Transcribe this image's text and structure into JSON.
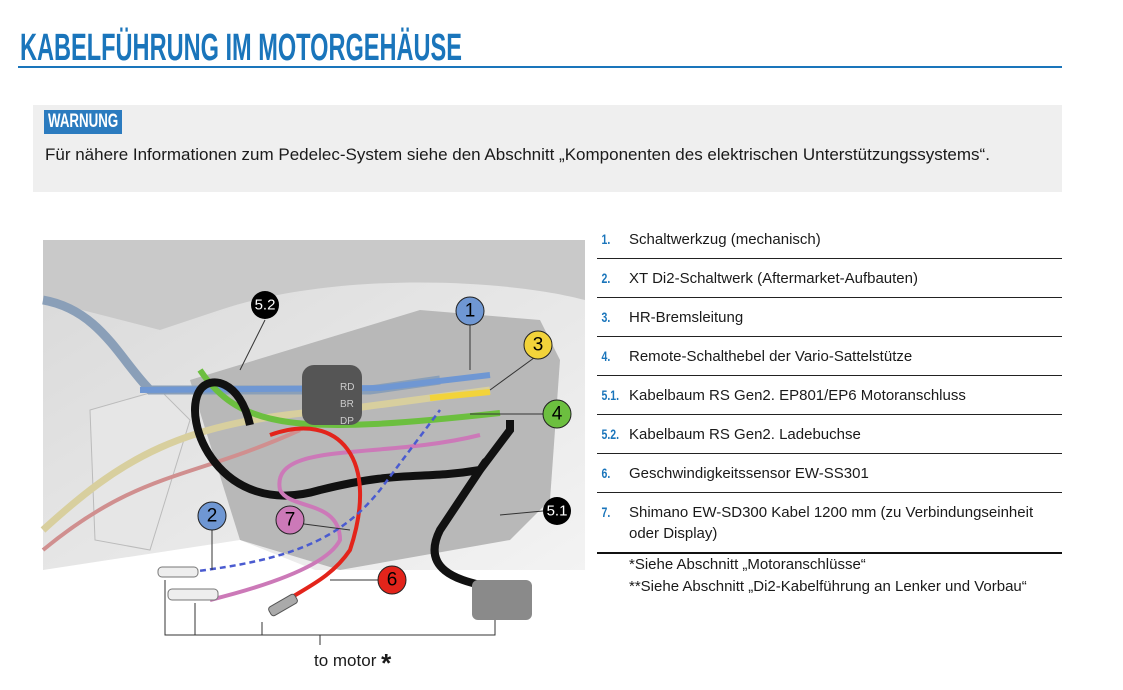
{
  "header": {
    "title": "KABELFÜHRUNG IM MOTORGEHÄUSE"
  },
  "warning": {
    "badge": "WARNUNG",
    "text": "Für nähere Informationen zum Pedelec-System siehe den Abschnitt „Komponenten des elektrischen Unterstützungssystems“."
  },
  "legend": [
    {
      "num": "1.",
      "text": "Schaltwerkzug (mechanisch)"
    },
    {
      "num": "2.",
      "text": "XT Di2-Schaltwerk (Aftermarket-Aufbauten)"
    },
    {
      "num": "3.",
      "text": "HR-Bremsleitung"
    },
    {
      "num": "4.",
      "text": "Remote-Schalthebel der Vario-Sattelstütze"
    },
    {
      "num": "5.1.",
      "text": "Kabelbaum RS Gen2. EP801/EP6 Motoranschluss"
    },
    {
      "num": "5.2.",
      "text": "Kabelbaum RS Gen2. Ladebuchse"
    },
    {
      "num": "6.",
      "text": "Geschwindigkeitssensor EW-SS301"
    },
    {
      "num": "7.",
      "text": "Shimano EW-SD300 Kabel 1200 mm (zu Verbindungseinheit oder Display)"
    }
  ],
  "notes": [
    "*Siehe Abschnitt „Motoranschlüsse“",
    "**Siehe Abschnitt „Di2-Kabelführung an Lenker und Vorbau“"
  ],
  "figure": {
    "callouts": {
      "c1": "1",
      "c2": "2",
      "c3": "3",
      "c4": "4",
      "c51": "5.1",
      "c52": "5.2",
      "c6": "6",
      "c7": "7"
    },
    "labels": {
      "rd": "RD",
      "br": "BR",
      "dp": "DP"
    },
    "to_motor": "to motor",
    "asterisk": "*",
    "colors": {
      "c1": "#6f97d3",
      "c2": "#6f97d3",
      "c3": "#f2d33a",
      "c4": "#6cbf3f",
      "c51": "#000000",
      "c52": "#000000",
      "c6": "#e3241b",
      "c7": "#cc79b8"
    }
  }
}
